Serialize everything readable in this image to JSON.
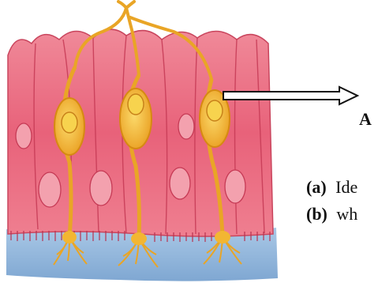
{
  "labels": {
    "pointer": "A"
  },
  "question": {
    "part_a_marker": "(a)",
    "part_a_text": "Ide",
    "part_b_marker": "(b)",
    "part_b_text": "wh"
  },
  "colors": {
    "tissue_pink": "#e8627a",
    "tissue_light": "#f3a1ae",
    "nucleus_pink": "#d94e66",
    "neuron_yellow": "#f2b632",
    "neuron_edge": "#d68a12",
    "nucleus_yellow": "#f7d34e",
    "base_blue": "#8fb6dc",
    "cilia": "#b8324f"
  }
}
